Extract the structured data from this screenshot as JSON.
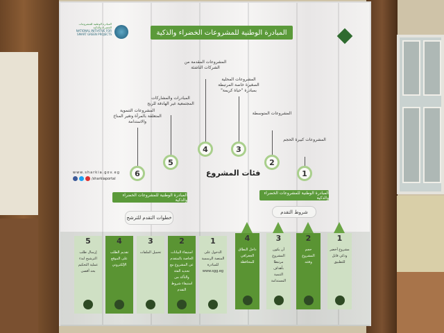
{
  "banner": {
    "title": "المبادرة الوطنية للمشروعات الخضراء والذكية",
    "logo_left_ar": "المبادرة الوطنية للمشروعات الخضراء والذكية",
    "logo_left_en": "NATIONAL INITIATIVE FOR SMART GREEN PROJECTS",
    "website": "www.sharkia.gov.eg",
    "social_handle": "/sharkiaportal",
    "categories_heading": "فئات المشروع",
    "categories": [
      {
        "num": "1",
        "label": "المشروعات كبيرة الحجم"
      },
      {
        "num": "2",
        "label": "المشروعات المتوسطة"
      },
      {
        "num": "3",
        "label": "المشروعات المحلية الصغيرة خاصة المرتبطة بمبادرة \"حياة كريمة\""
      },
      {
        "num": "4",
        "label": "المشروعات المقدمة من الشركات الناشئة"
      },
      {
        "num": "5",
        "label": "المبادرات والمشاركات المجتمعية غير الهادفة للربح"
      },
      {
        "num": "6",
        "label": "المشروعات التنموية المتعلقة بالمرأة وتغير المناخ والاستدامة"
      }
    ],
    "steps_bar": "المبادرة الوطنية للمشروعات الخضراء والذكية",
    "steps_heading": "خطوات التقدم للترشح",
    "steps": [
      {
        "num": "1",
        "text": "الدخول على المنصة الرسمية للمبادرة www.sgg.eg"
      },
      {
        "num": "2",
        "text": "استيفاء البيانات الخاصة بالمتقدم عن المشروع مع تحديد الفئة والتأكد من استيفاء شروط التقدم"
      },
      {
        "num": "3",
        "text": "تحميل الملفات"
      },
      {
        "num": "4",
        "text": "تقديم الطلب على الموقع الإلكتروني"
      },
      {
        "num": "5",
        "text": "إرسال طلب الترشيح لبدء عملية التحكيم بحد أقصى"
      }
    ],
    "conditions_bar": "المبادرة الوطنية للمشروعات الخضراء والذكية",
    "conditions_heading": "شروط التقدم",
    "conditions": [
      {
        "num": "1",
        "text": "مشروع أخضر وذكي قابل للتطبيق"
      },
      {
        "num": "2",
        "text": "حجم المشروع وفئته"
      },
      {
        "num": "3",
        "text": "أن يكون المشروع مرتبطا بأهداف التنمية المستدامة"
      },
      {
        "num": "4",
        "text": "داخل النطاق الجغرافي للمحافظة"
      }
    ]
  }
}
